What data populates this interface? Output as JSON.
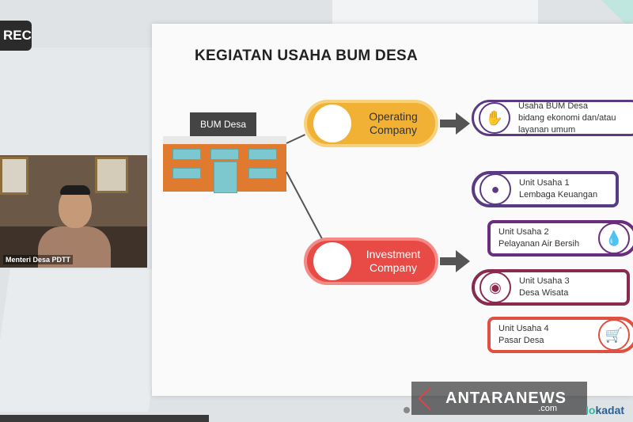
{
  "recording": {
    "label": "REC"
  },
  "slide": {
    "title": "KEGIATAN USAHA BUM DESA",
    "building": {
      "sign": "BUM Desa"
    },
    "operating": {
      "line1": "Operating",
      "line2": "Company"
    },
    "investment": {
      "line1": "Investment",
      "line2": "Company"
    },
    "cards": [
      {
        "line1": "Usaha BUM Desa",
        "line2": "bidang ekonomi dan/atau",
        "line3": "layanan umum",
        "icon": "hand-coin-icon"
      },
      {
        "line1": "Unit Usaha 1",
        "line2": "Lembaga Keuangan",
        "line3": "",
        "icon": "coins-icon"
      },
      {
        "line1": "Unit Usaha 2",
        "line2": "Pelayanan Air Bersih",
        "line3": "",
        "icon": "water-drop-icon"
      },
      {
        "line1": "Unit Usaha 3",
        "line2": "Desa Wisata",
        "line3": "",
        "icon": "camera-icon"
      },
      {
        "line1": "Unit Usaha 4",
        "line2": "Pasar Desa",
        "line3": "",
        "icon": "cart-icon"
      }
    ]
  },
  "webcam": {
    "caption": "Menteri Desa PDTT"
  },
  "watermark": {
    "brand": "ANTARANEWS",
    "suffix": ".com"
  },
  "partner": {
    "lo": "lo",
    "kadata": "kadat"
  }
}
